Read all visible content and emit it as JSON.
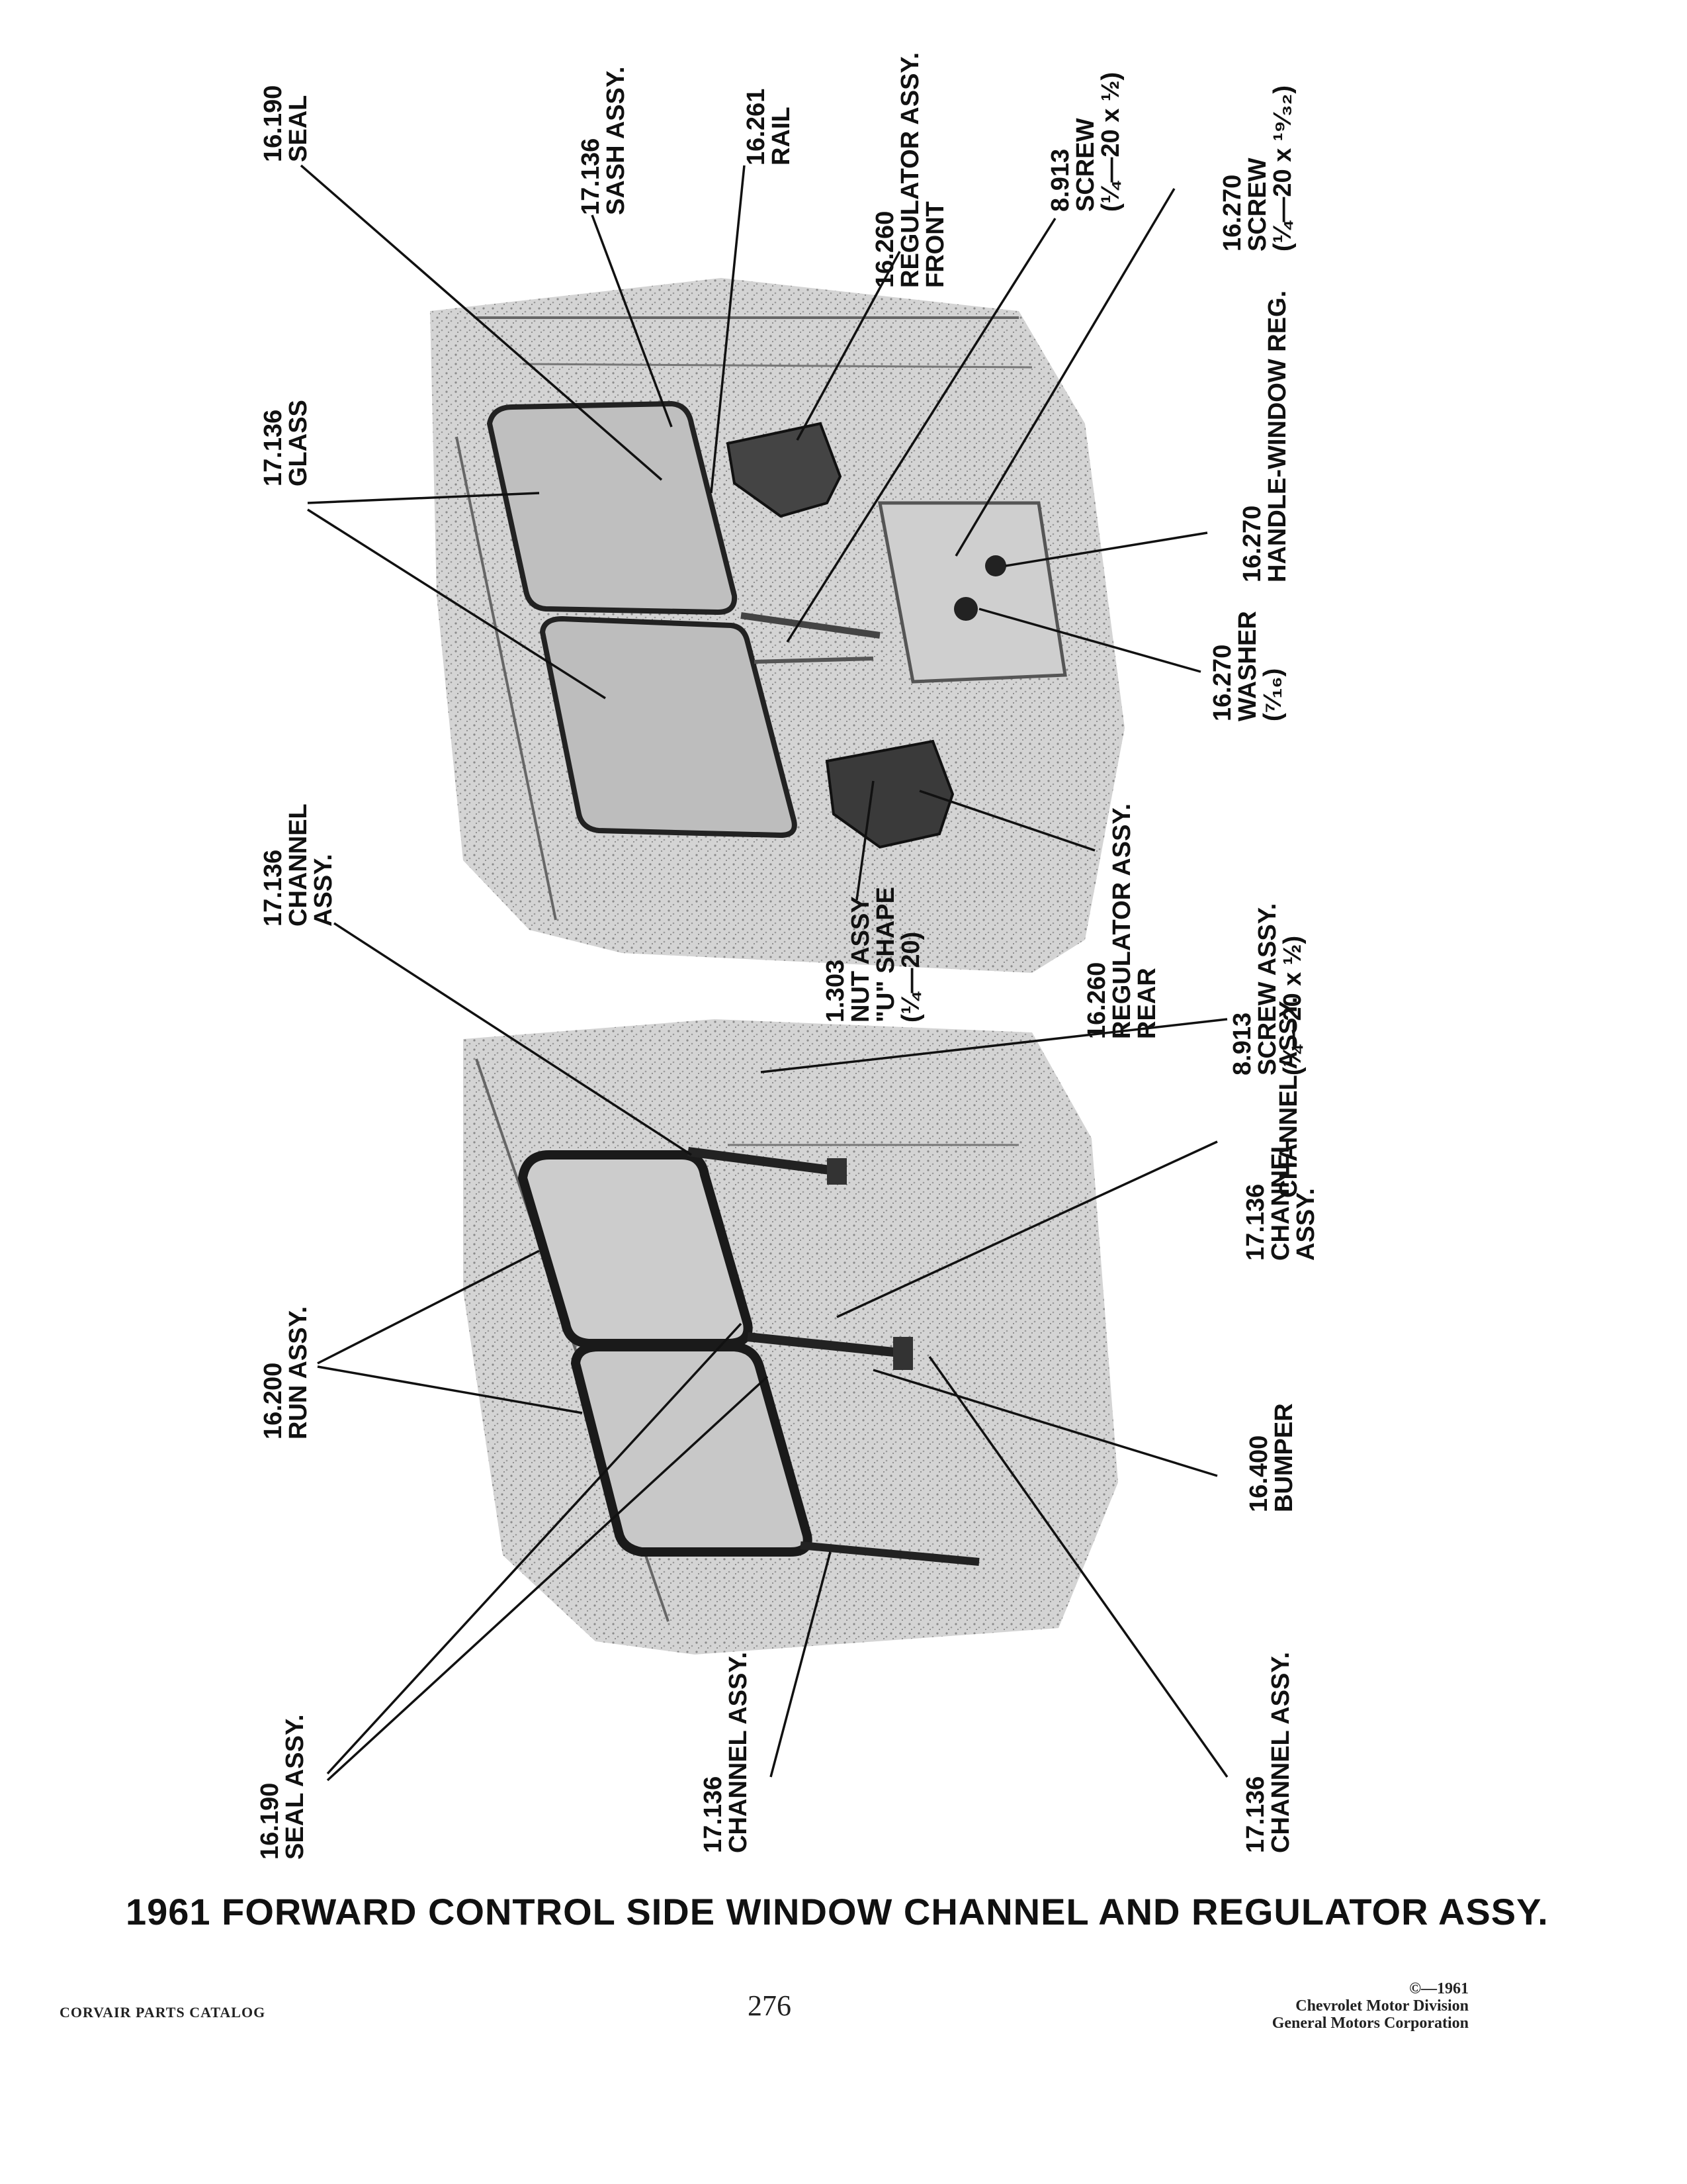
{
  "title": "1961 FORWARD CONTROL SIDE WINDOW CHANNEL AND REGULATOR ASSY.",
  "footer": {
    "catalog": "CORVAIR PARTS CATALOG",
    "page_number": "276",
    "copyright_lines": [
      "©—1961",
      "Chevrolet Motor Division",
      "General Motors Corporation"
    ]
  },
  "callouts": [
    {
      "id": "upper-seal",
      "number": "16.190",
      "lines": [
        "SEAL"
      ]
    },
    {
      "id": "sash-assy",
      "number": "17.136",
      "lines": [
        "SASH ASSY."
      ]
    },
    {
      "id": "rail",
      "number": "16.261",
      "lines": [
        "RAIL"
      ]
    },
    {
      "id": "regulator-front",
      "number": "16.260",
      "lines": [
        "REGULATOR ASSY.",
        "FRONT"
      ]
    },
    {
      "id": "screw-half",
      "number": "8.913",
      "lines": [
        "SCREW",
        "(¼—20 x ½)"
      ]
    },
    {
      "id": "screw-nineteen",
      "number": "16.270",
      "lines": [
        "SCREW",
        "(¼—20 x ¹⁹⁄₃₂)"
      ]
    },
    {
      "id": "glass",
      "number": "17.136",
      "lines": [
        "GLASS"
      ]
    },
    {
      "id": "handle",
      "number": "16.270",
      "lines": [
        "HANDLE-WINDOW REG."
      ]
    },
    {
      "id": "washer",
      "number": "16.270",
      "lines": [
        "WASHER",
        "(⁷⁄₁₆)"
      ]
    },
    {
      "id": "regulator-rear",
      "number": "16.260",
      "lines": [
        "REGULATOR ASSY.",
        "REAR"
      ]
    },
    {
      "id": "nut-assy",
      "number": "1.303",
      "lines": [
        "NUT ASSY",
        "\"U\" SHAPE",
        "(¼—20)"
      ]
    },
    {
      "id": "channel-upper-left",
      "number": "17.136",
      "lines": [
        "CHANNEL",
        "ASSY."
      ]
    },
    {
      "id": "screw-assy",
      "number": "8.913",
      "lines": [
        "SCREW ASSY.",
        "(¼—20 x ½)"
      ]
    },
    {
      "id": "channel-right-top",
      "number": "",
      "lines": [
        "CHANNEL ASSY."
      ]
    },
    {
      "id": "run-assy",
      "number": "16.200",
      "lines": [
        "RUN ASSY."
      ]
    },
    {
      "id": "channel-right-mid",
      "number": "17.136",
      "lines": [
        "CHANNEL",
        "ASSY."
      ]
    },
    {
      "id": "bumper",
      "number": "16.400",
      "lines": [
        "BUMPER"
      ]
    },
    {
      "id": "seal-assy",
      "number": "16.190",
      "lines": [
        "SEAL ASSY."
      ]
    },
    {
      "id": "channel-bottom-mid",
      "number": "17.136",
      "lines": [
        "CHANNEL ASSY."
      ]
    },
    {
      "id": "channel-bottom-right",
      "number": "17.136",
      "lines": [
        "CHANNEL ASSY."
      ]
    }
  ]
}
